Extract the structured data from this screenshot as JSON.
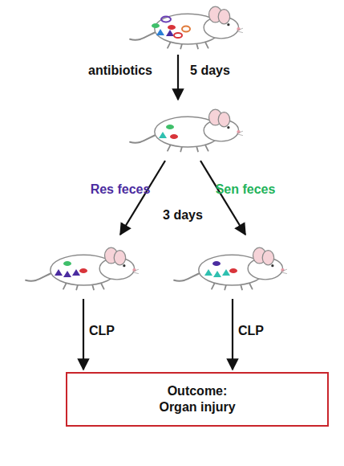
{
  "diagram": {
    "nodes": [
      {
        "text": [
          "Outcome: Organ injury"
        ]
      }
    ],
    "labels": [
      "antibiotics",
      "5 days",
      "Res feces",
      "Sen feces",
      "3 days",
      "CLP",
      "CLP"
    ]
  }
}
